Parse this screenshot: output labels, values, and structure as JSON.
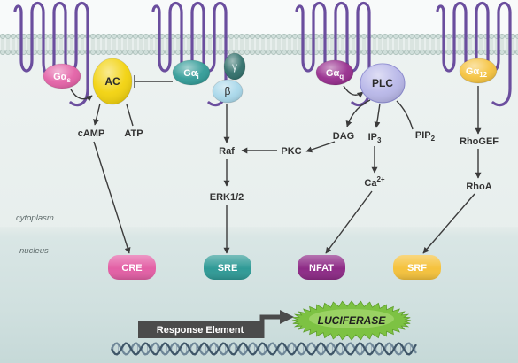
{
  "regions": {
    "cytoplasm": "cytoplasm",
    "nucleus": "nucleus"
  },
  "proteins": {
    "gas": {
      "main": "Gα",
      "sub": "s"
    },
    "ac": "AC",
    "gai": {
      "main": "Gα",
      "sub": "i"
    },
    "gamma": "γ",
    "beta": "β",
    "gaq": {
      "main": "Gα",
      "sub": "q"
    },
    "plc": "PLC",
    "ga12": {
      "main": "Gα",
      "sub": "12"
    }
  },
  "molecules": {
    "camp": "cAMP",
    "atp": "ATP",
    "raf": "Raf",
    "pkc": "PKC",
    "dag": "DAG",
    "ip3": {
      "main": "IP",
      "sub": "3"
    },
    "pip2": {
      "main": "PIP",
      "sub": "2"
    },
    "ca": {
      "main": "Ca",
      "sup": "2+"
    },
    "erk": "ERK1/2",
    "rhogef": "RhoGEF",
    "rhoa": "RhoA"
  },
  "response_elements": [
    {
      "label": "CRE",
      "color": "#e35fa5"
    },
    {
      "label": "SRE",
      "color": "#2f9a96"
    },
    {
      "label": "NFAT",
      "color": "#8d2a86"
    },
    {
      "label": "SRF",
      "color": "#f5c23c"
    }
  ],
  "reporter": {
    "response_element_label": "Response Element",
    "gene_label": "LUCIFERASE"
  },
  "colors": {
    "receptor": "#6b4e9e",
    "gas": "#e35fa5",
    "ac": "#f2d20a",
    "gai": "#2f9a96",
    "gamma": "#2e6e69",
    "beta": "#a7d7ea",
    "gaq": "#962a8c",
    "plc": "#b7b6e8",
    "ga12": "#f5c23c",
    "luciferase": "#7dc243",
    "response_box": "#4b4b4b"
  }
}
